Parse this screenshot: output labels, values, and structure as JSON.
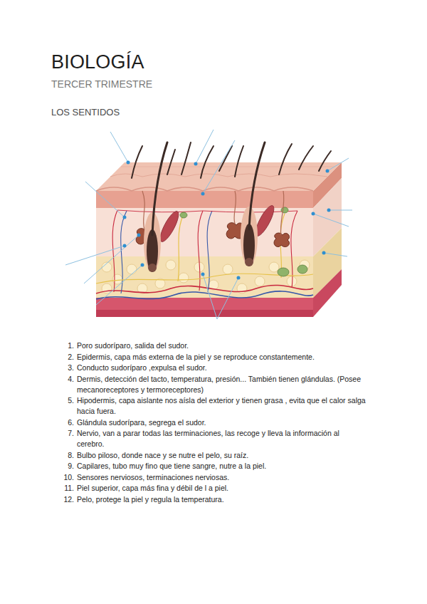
{
  "diagram": {
    "title": "BIOLOGÍA",
    "labels": [
      "TERCER TRIMESTRE",
      "LOS SENTIDOS",
      "1.",
      "Poro sudoríparo, salida del sudor.",
      "2.",
      "Epidermis, capa más externa de la piel y se reproduce constantemente.",
      "3.",
      "Conducto sudoríparo ,expulsa el sudor.",
      "4.",
      "Dermis, detección del tacto, temperatura, presión... También tienen glándulas. (Posee mecanoreceptores y termoreceptores)",
      "5.",
      "Hipodermis, capa aislante nos aísla del exterior y tienen grasa , evita que el calor salga hacia fuera.",
      "6.",
      "Glándula sudorípara, segrega el sudor.",
      "7.",
      "Nervio, van a parar todas las terminaciones, las recoge y lleva la información al cerebro.",
      "8.",
      "Bulbo piloso, donde nace y se nutre el pelo, su raíz.",
      "9.",
      "Capilares, tubo muy fino que tiene sangre, nutre a la piel.",
      "10.",
      "Sensores nerviosos, terminaciones nerviosas.",
      "11.",
      "Piel superior, capa más fina y débil de l a piel.",
      "12.",
      "Pelo, protege la piel y regula la temperatura."
    ]
  }
}
